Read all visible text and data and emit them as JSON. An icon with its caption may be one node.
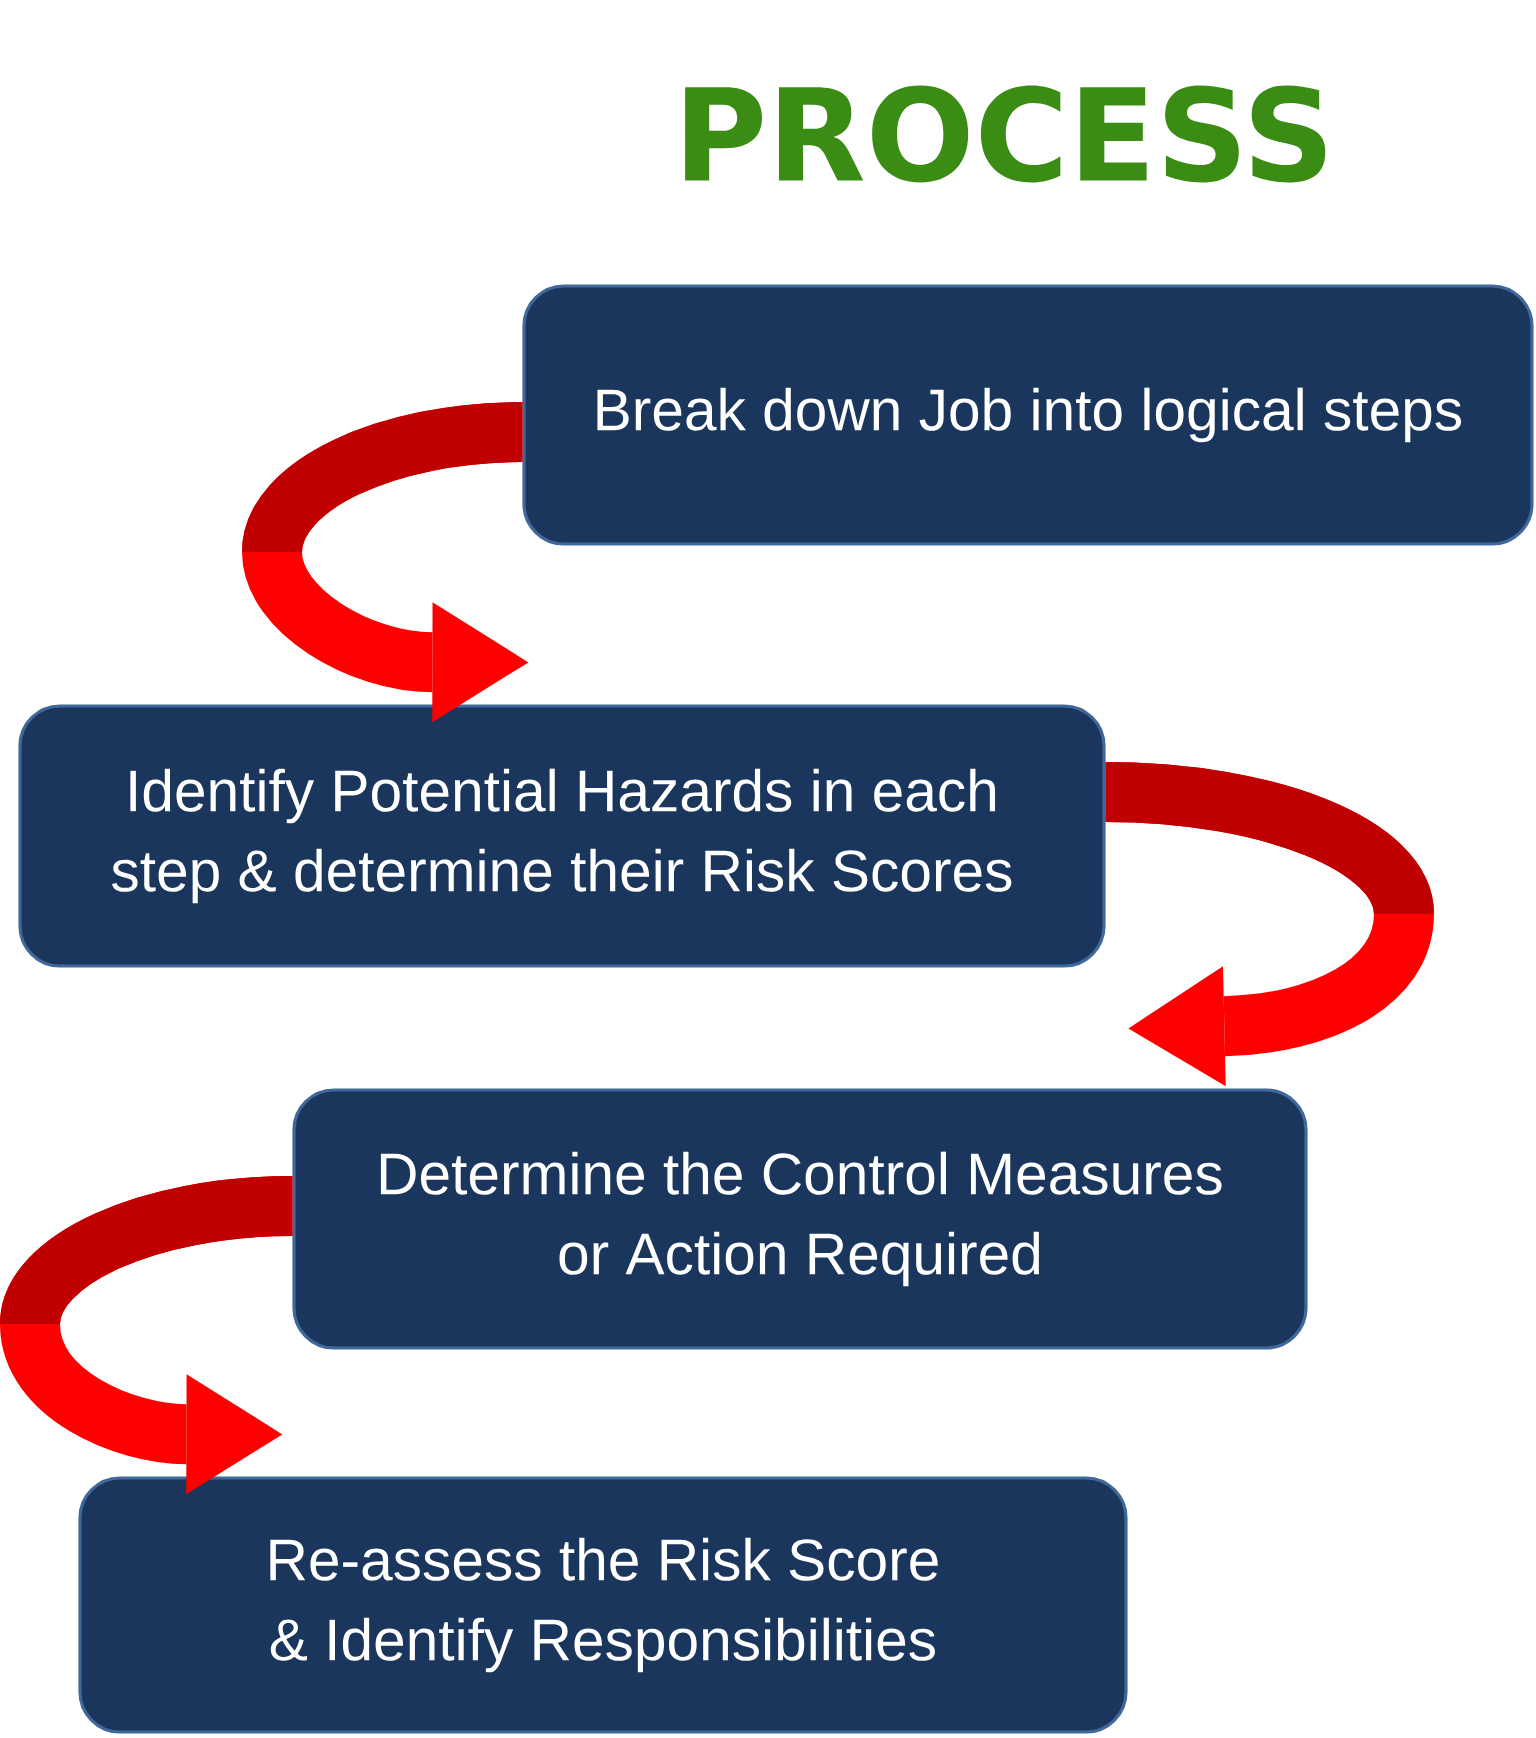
{
  "diagram": {
    "title": "PROCESS",
    "nodes": [
      {
        "text": [
          "Break down Job into logical steps"
        ]
      },
      {
        "text": [
          "Identify Potential Hazards in each step & determine their Risk Scores"
        ]
      },
      {
        "text": [
          "Determine the Control Measures or Action Required"
        ]
      },
      {
        "text": [
          "Re-assess the Risk Score & Identify Responsibilities"
        ]
      }
    ],
    "edges": [
      {
        "from": 0,
        "to": 1,
        "arrow": "to"
      },
      {
        "from": 1,
        "to": 2,
        "arrow": "to"
      },
      {
        "from": 2,
        "to": 3,
        "arrow": "to"
      }
    ]
  }
}
